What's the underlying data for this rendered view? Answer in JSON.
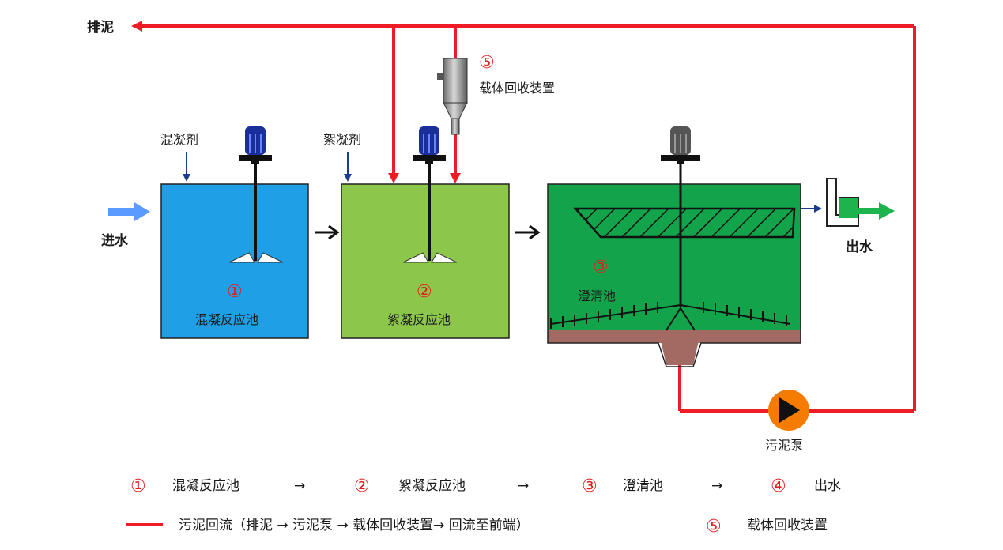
{
  "labels": {
    "sludge_discharge": "排泥",
    "carrier_num": "⑤",
    "carrier_device": "载体回收装置",
    "coagulant": "混凝剂",
    "flocculant": "絮凝剂",
    "inflow": "进水",
    "outflow": "出水",
    "sludge_pump": "污泥泵"
  },
  "tanks": [
    {
      "num": "①",
      "name": "混凝反应池"
    },
    {
      "num": "②",
      "name": "絮凝反应池"
    },
    {
      "num": "③",
      "name": "澄清池"
    }
  ],
  "legend": {
    "row1": [
      {
        "num": "①",
        "text": "混凝反应池"
      },
      {
        "num": "②",
        "text": "絮凝反应池"
      },
      {
        "num": "③",
        "text": "澄清池"
      },
      {
        "num": "④",
        "text": "出水"
      }
    ],
    "arrow": "→",
    "line_text": "污泥回流（排泥 → 污泥泵 → 载体回收装置→ 回流至前端）",
    "item5_num": "⑤",
    "item5_text": "载体回收装置"
  },
  "colors": {
    "tank1": "#1e9fe6",
    "tank2": "#8cc64a",
    "tank3": "#13a34a",
    "sludge": "#a26a63",
    "return_line": "#ee1c25",
    "pump": "#f57c00",
    "motor_blue": "#1a2e9c",
    "motor_gray": "#555555",
    "inflow_arrow": "#5b9bff",
    "outflow_arrow": "#1db34d",
    "dose_arrow": "#1d3c8c"
  }
}
